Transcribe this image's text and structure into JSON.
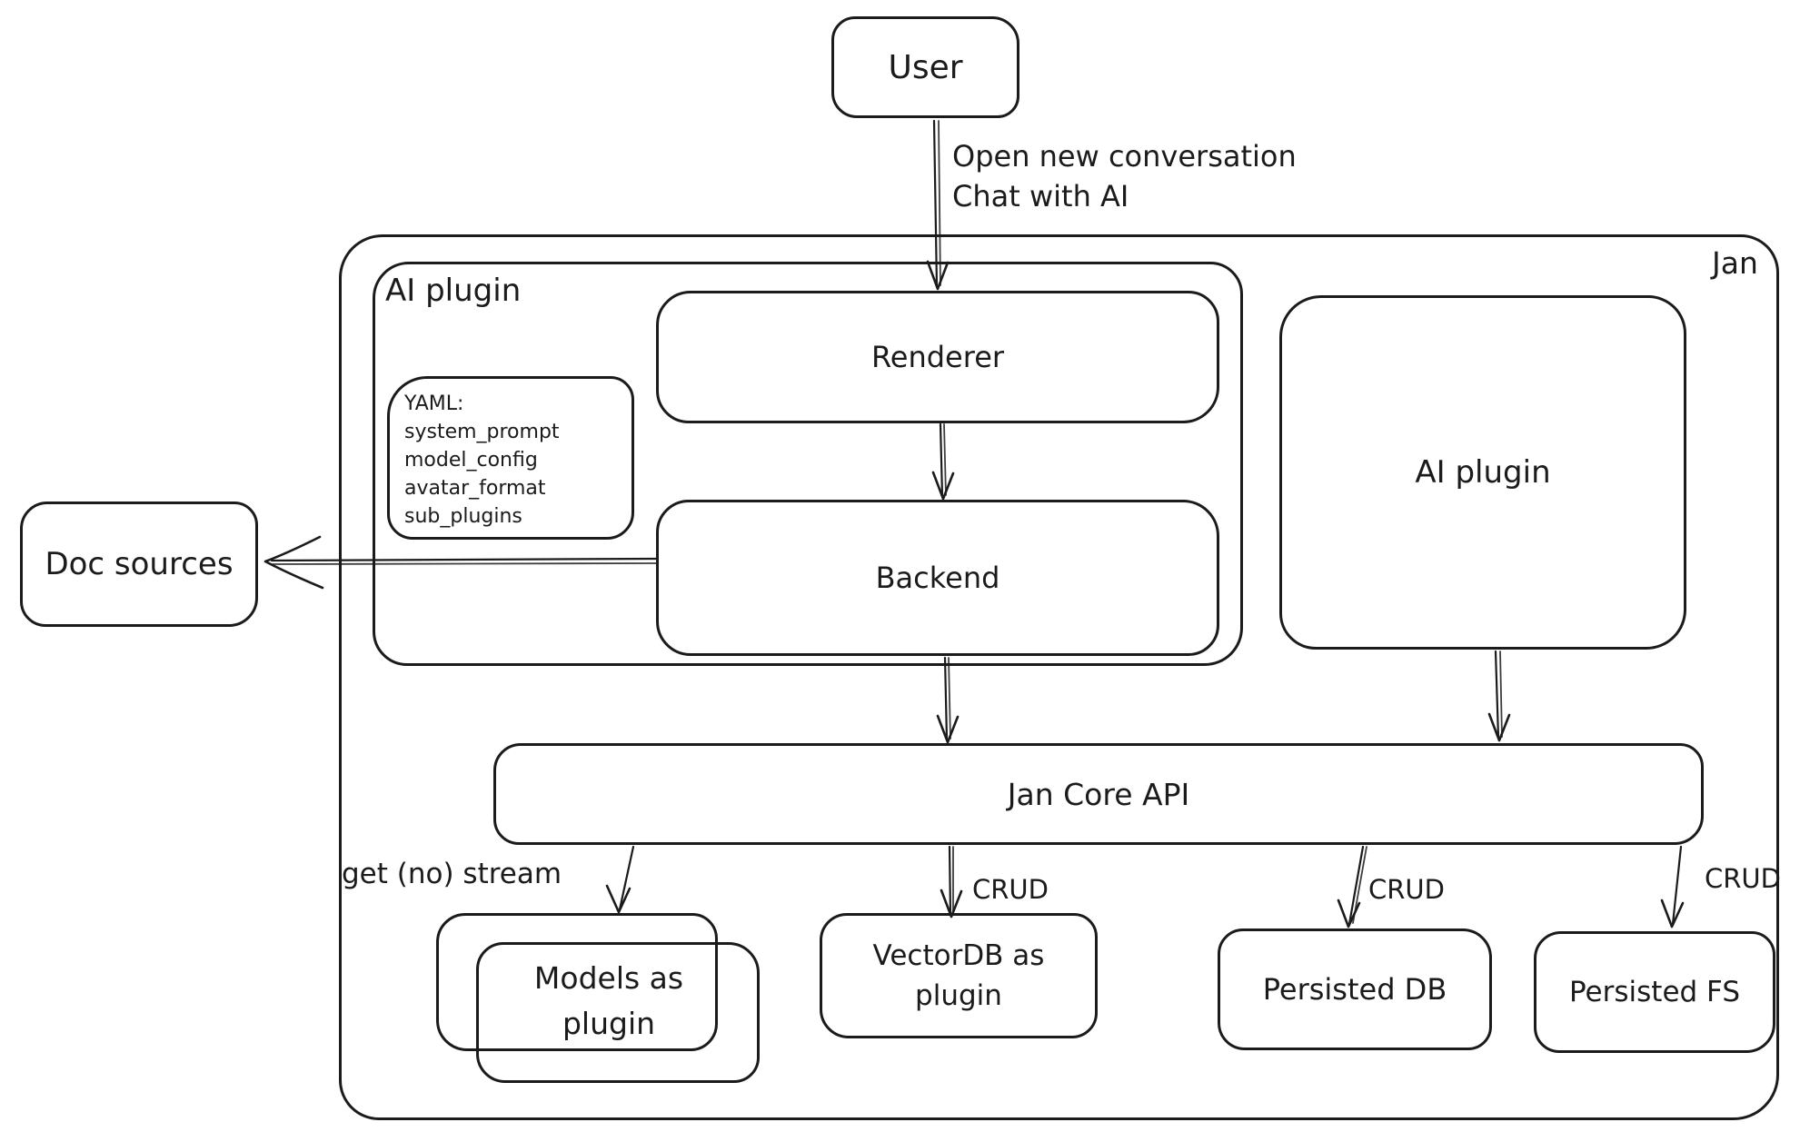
{
  "diagram": {
    "container_label": "Jan",
    "nodes": {
      "user": {
        "label": "User"
      },
      "ai_plugin_group": {
        "label": "AI plugin"
      },
      "renderer": {
        "label": "Renderer"
      },
      "backend": {
        "label": "Backend"
      },
      "yaml_note": {
        "title": "YAML:",
        "lines": [
          "system_prompt",
          "model_config",
          "avatar_format",
          "sub_plugins"
        ]
      },
      "ai_plugin_right": {
        "label": "AI plugin"
      },
      "jan_core_api": {
        "label": "Jan Core API"
      },
      "doc_sources": {
        "label": "Doc sources"
      },
      "models_as_plugin": {
        "label": "Models as\nplugin"
      },
      "vectordb_as_plugin": {
        "label": "VectorDB as\nplugin"
      },
      "persisted_db": {
        "label": "Persisted DB"
      },
      "persisted_fs": {
        "label": "Persisted FS"
      }
    },
    "edge_labels": {
      "user_to_renderer": "Open new conversation\nChat with AI",
      "core_to_models": "get (no) stream",
      "core_to_vectordb": "CRUD",
      "core_to_persisted_db": "CRUD",
      "core_to_persisted_fs": "CRUD"
    },
    "colors": {
      "stroke": "#1b1b1b",
      "background": "#ffffff"
    }
  }
}
